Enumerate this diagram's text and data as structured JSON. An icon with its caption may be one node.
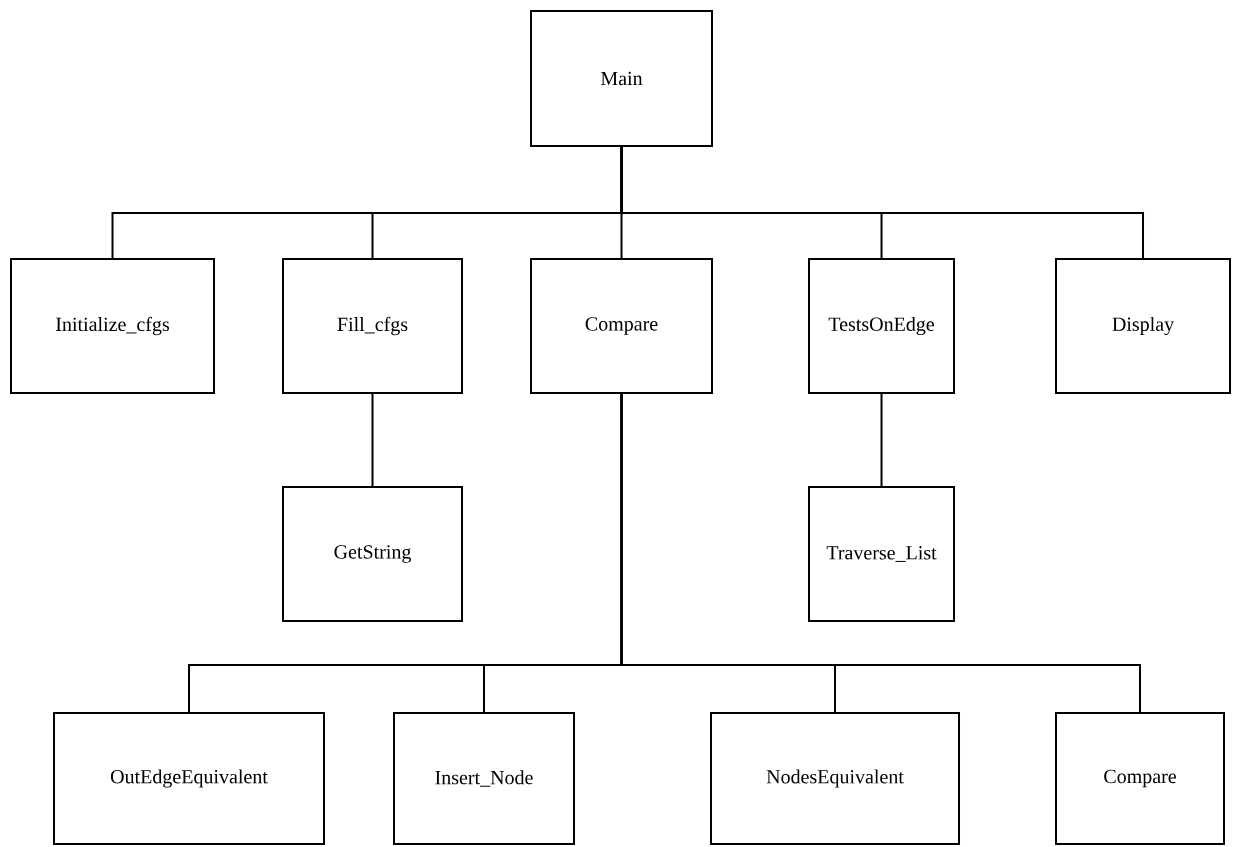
{
  "diagram": {
    "nodes": [
      {
        "text": [
          "Main"
        ]
      },
      {
        "text": [
          "Initialize_cfgs"
        ]
      },
      {
        "text": [
          "Fill_cfgs"
        ]
      },
      {
        "text": [
          "Compare"
        ]
      },
      {
        "text": [
          "TestsOnEdge"
        ]
      },
      {
        "text": [
          "Display"
        ]
      },
      {
        "text": [
          "GetString"
        ]
      },
      {
        "text": [
          "Traverse_List"
        ]
      },
      {
        "text": [
          "OutEdgeEquivalent"
        ]
      },
      {
        "text": [
          "Insert_Node"
        ]
      },
      {
        "text": [
          "NodesEquivalent"
        ]
      },
      {
        "text": [
          "Compare"
        ]
      }
    ],
    "edges": [
      {
        "from": 0,
        "to": 1,
        "arrow": "none"
      },
      {
        "from": 0,
        "to": 2,
        "arrow": "none"
      },
      {
        "from": 0,
        "to": 3,
        "arrow": "none"
      },
      {
        "from": 0,
        "to": 4,
        "arrow": "none"
      },
      {
        "from": 0,
        "to": 5,
        "arrow": "none"
      },
      {
        "from": 2,
        "to": 6,
        "arrow": "none"
      },
      {
        "from": 4,
        "to": 7,
        "arrow": "none"
      },
      {
        "from": 3,
        "to": 8,
        "arrow": "none"
      },
      {
        "from": 3,
        "to": 9,
        "arrow": "none"
      },
      {
        "from": 3,
        "to": 10,
        "arrow": "none"
      },
      {
        "from": 3,
        "to": 11,
        "arrow": "none"
      }
    ]
  }
}
